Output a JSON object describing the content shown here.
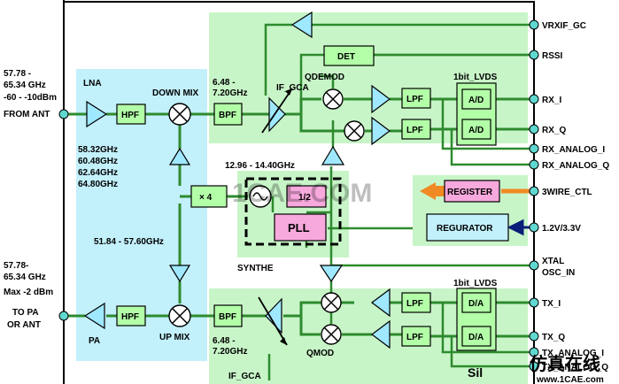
{
  "ports_left": {
    "rx_freq": [
      "57.78 -",
      "65.34 GHz"
    ],
    "rx_power": "-60 - -10dBm",
    "from_ant": "FROM ANT",
    "tx_freq": [
      "57.78-",
      "65.34 GHz"
    ],
    "tx_power": "Max -2 dBm",
    "to_pa": [
      "TO PA",
      "OR ANT"
    ]
  },
  "ports_right": {
    "vrxif_gc": "VRXIF_GC",
    "rssi": "RSSI",
    "rx_i": "RX_I",
    "rx_q": "RX_Q",
    "rx_analog_i": "RX_ANALOG_I",
    "rx_analog_q": "RX_ANALOG_Q",
    "wire_ctl": "3WIRE_CTL",
    "power": "1.2V/3.3V",
    "xtal": [
      "XTAL",
      "OSC_IN"
    ],
    "tx_i": "TX_I",
    "tx_q": "TX_Q",
    "tx_analog": [
      "TX_ANALOG_I",
      "TX_ANALOG_Q"
    ]
  },
  "blocks": {
    "lna": "LNA",
    "pa": "PA",
    "hpf": "HPF",
    "bpf": "BPF",
    "lpf": "LPF",
    "ad": "A/D",
    "da": "D/A",
    "det": "DET",
    "x4": "× 4",
    "div2": "1/2",
    "pll": "PLL",
    "register": "REGISTER",
    "regurator": "REGURATOR"
  },
  "labels": {
    "down_mix": "DOWN MIX",
    "up_mix": "UP MIX",
    "qdemod": "QDEMOD",
    "qmod": "QMOD",
    "if_gca_top": "IF_GCA",
    "if_gca_bottom": "IF_GCA",
    "if_freq_top": [
      "6.48 -",
      "7.20GHz"
    ],
    "if_freq_bottom": [
      "6.48 -",
      "7.20GHz"
    ],
    "lvds_top": "1bit_LVDS",
    "lvds_bottom": "1bit_LVDS",
    "lo_freqs": [
      "58.32GHz",
      "60.48GHz",
      "62.64GHz",
      "64.80GHz"
    ],
    "synth_range": "12.96 - 14.40GHz",
    "synth_range2": "51.84 - 57.60GHz",
    "synthe": "SYNTHE"
  },
  "watermark": {
    "center": "1CAE.COM",
    "corner_cn": "仿真在线",
    "corner_url": "www.1CAE.com",
    "corner_small": "Sil"
  },
  "colors": {
    "wire": "#2e8b2e",
    "zone_green": "#c8f5c8",
    "zone_blue": "#c2f0fb",
    "block_green": "#b3ffa8",
    "block_pink": "#f7a8dc",
    "triangle": "#9fe8ff",
    "pin": "#5fd8d0",
    "arrow_orange": "#f08a24",
    "arrow_navy": "#0a1f7a"
  }
}
